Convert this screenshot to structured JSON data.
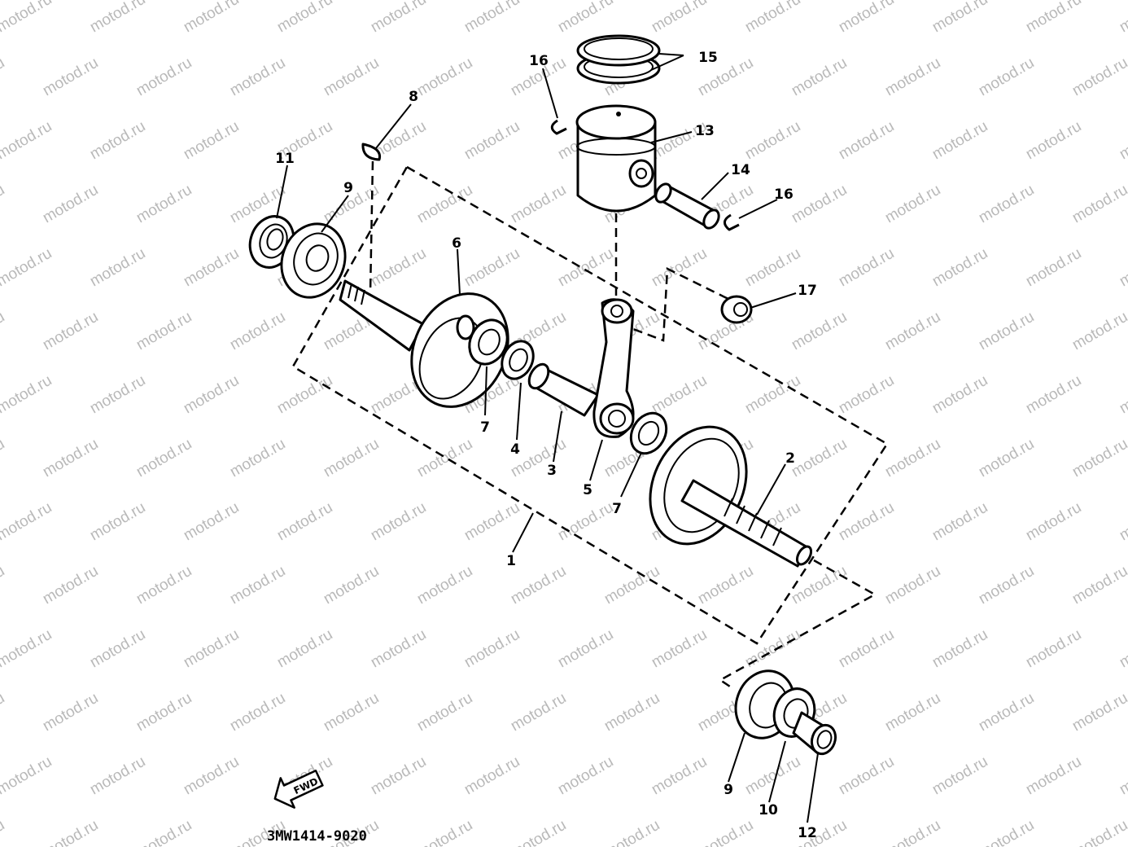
{
  "diagram": {
    "drawing_code": "3MW1414-9020",
    "fwd_label": "FWD",
    "watermark": "motod.ru",
    "callouts": {
      "c1": "1",
      "c2": "2",
      "c3": "3",
      "c4": "4",
      "c5": "5",
      "c6": "6",
      "c7a": "7",
      "c7b": "7",
      "c8": "8",
      "c9a": "9",
      "c9b": "9",
      "c10": "10",
      "c11": "11",
      "c12": "12",
      "c13": "13",
      "c14": "14",
      "c15": "15",
      "c16a": "16",
      "c16b": "16",
      "c17": "17"
    }
  }
}
